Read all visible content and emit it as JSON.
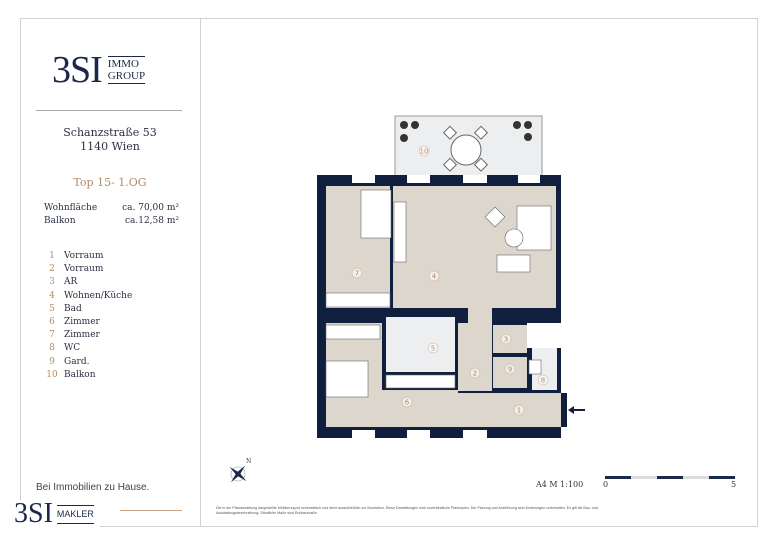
{
  "logo": {
    "main": "3SI",
    "line1": "IMMO",
    "line2": "GROUP"
  },
  "address": {
    "street": "Schanzstraße 53",
    "city": "1140 Wien"
  },
  "unit": "Top 15- 1.OG",
  "areas": [
    {
      "label": "Wohnfläche",
      "value": "ca. 70,00 m²"
    },
    {
      "label": "Balkon",
      "value": "ca.12,58 m²"
    }
  ],
  "rooms": [
    {
      "n": "1",
      "name": "Vorraum"
    },
    {
      "n": "2",
      "name": "Vorraum"
    },
    {
      "n": "3",
      "name": "AR"
    },
    {
      "n": "4",
      "name": "Wohnen/Küche"
    },
    {
      "n": "5",
      "name": "Bad"
    },
    {
      "n": "6",
      "name": "Zimmer"
    },
    {
      "n": "7",
      "name": "Zimmer"
    },
    {
      "n": "8",
      "name": "WC"
    },
    {
      "n": "9",
      "name": "Gard."
    },
    {
      "n": "10",
      "name": "Balkon"
    }
  ],
  "tagline": "Bei Immobilien zu Hause.",
  "makler": {
    "main": "3SI",
    "sub": "MAKLER"
  },
  "disclaimer": "Die in der Plandarstellung dargestellte Möblierung ist schematisch und dient ausschließlich zur Illustration. Diese Darstellungen sind unverbindliche Plankopien. Der Planung und Ausführung sind Änderungen vorbehalten. Es gilt die Bau- und Ausstattungsbeschreibung. Sämtliche Maße sind Rohbaumaße.",
  "scale": {
    "label": "A4  M 1:100",
    "start": "0",
    "end": "5"
  },
  "compass": "N",
  "colors": {
    "wall": "#0f1f3d",
    "floor": "#ddd6cd",
    "accent": "#b58a63"
  }
}
